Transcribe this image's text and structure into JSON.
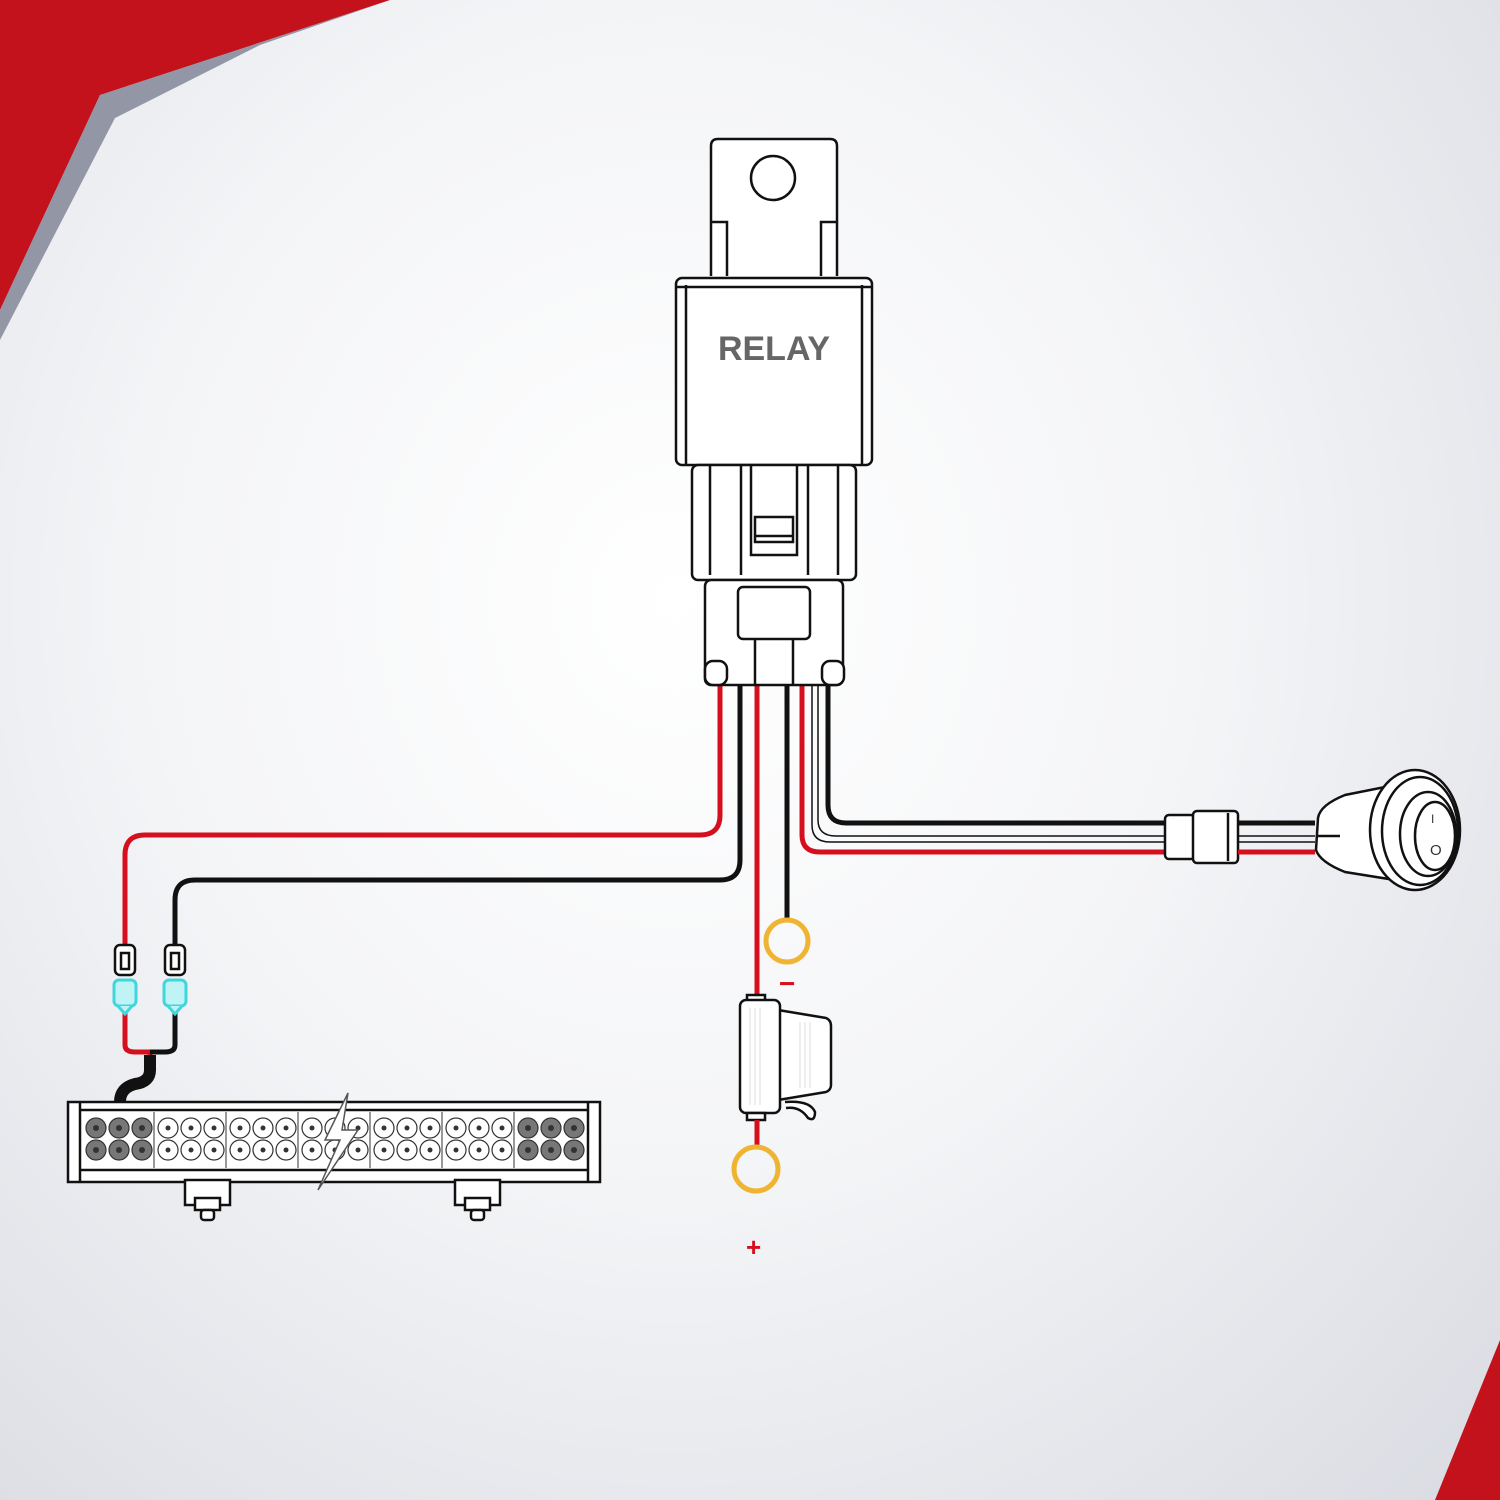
{
  "relay": {
    "label": "RELAY"
  },
  "terminals": {
    "negative": "−",
    "positive": "+"
  },
  "switch": {
    "on_mark": "I",
    "off_mark": "O"
  },
  "colors": {
    "red": "#d60f1e",
    "black": "#111111",
    "ring": "#f0b433",
    "connector": "#3fd6dc",
    "accent": "#c3121c"
  }
}
